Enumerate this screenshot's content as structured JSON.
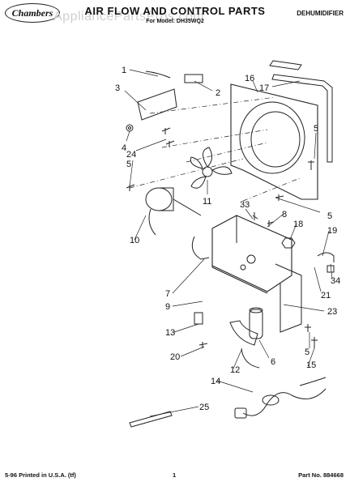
{
  "header": {
    "logo": "Chambers",
    "title": "AIR FLOW AND CONTROL PARTS",
    "subtitle": "For Model: DH35WQ2",
    "product": "DEHUMIDIFIER",
    "watermark": "AppliancePartsPros.com"
  },
  "footer": {
    "left": "5-96 Printed in U.S.A. (tf)",
    "page": "1",
    "part_no": "Part No. 884668"
  },
  "callouts": [
    "1",
    "2",
    "3",
    "16",
    "17",
    "4",
    "24",
    "5",
    "5",
    "11",
    "33",
    "8",
    "5",
    "18",
    "19",
    "10",
    "7",
    "34",
    "21",
    "9",
    "23",
    "13",
    "5",
    "20",
    "6",
    "15",
    "12",
    "25",
    "14"
  ]
}
